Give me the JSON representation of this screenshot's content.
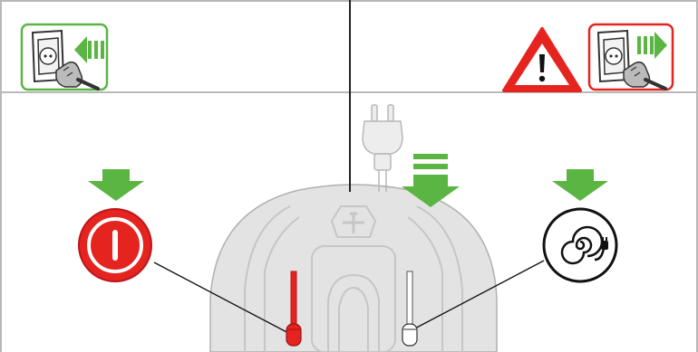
{
  "panels": {
    "left": {
      "status_icon": "plug-insert-icon",
      "status_color": "#5ab543",
      "control_icon": "power-button-icon",
      "control_color": "#e52420",
      "arrow_icon": "down-arrow-icon"
    },
    "right": {
      "warning_icon": "warning-triangle-icon",
      "warning_color": "#e52420",
      "status_icon": "plug-remove-icon",
      "status_color": "#e52420",
      "control_icon": "cable-reel-icon",
      "arrow_icon": "down-arrow-icon"
    },
    "center": {
      "plug_icon": "power-plug-icon",
      "arrow_icon": "down-arrow-icon",
      "device_icon": "device-housing-icon"
    }
  },
  "colors": {
    "accent_green": "#5ab543",
    "accent_red": "#e52420",
    "frame_gray": "#b8b8b8",
    "device_gray": "#e3e3e3"
  },
  "levers": [
    {
      "id": "left-lever",
      "state": "active",
      "color": "#e52420"
    },
    {
      "id": "right-lever",
      "state": "inactive",
      "color": "#ffffff"
    }
  ]
}
